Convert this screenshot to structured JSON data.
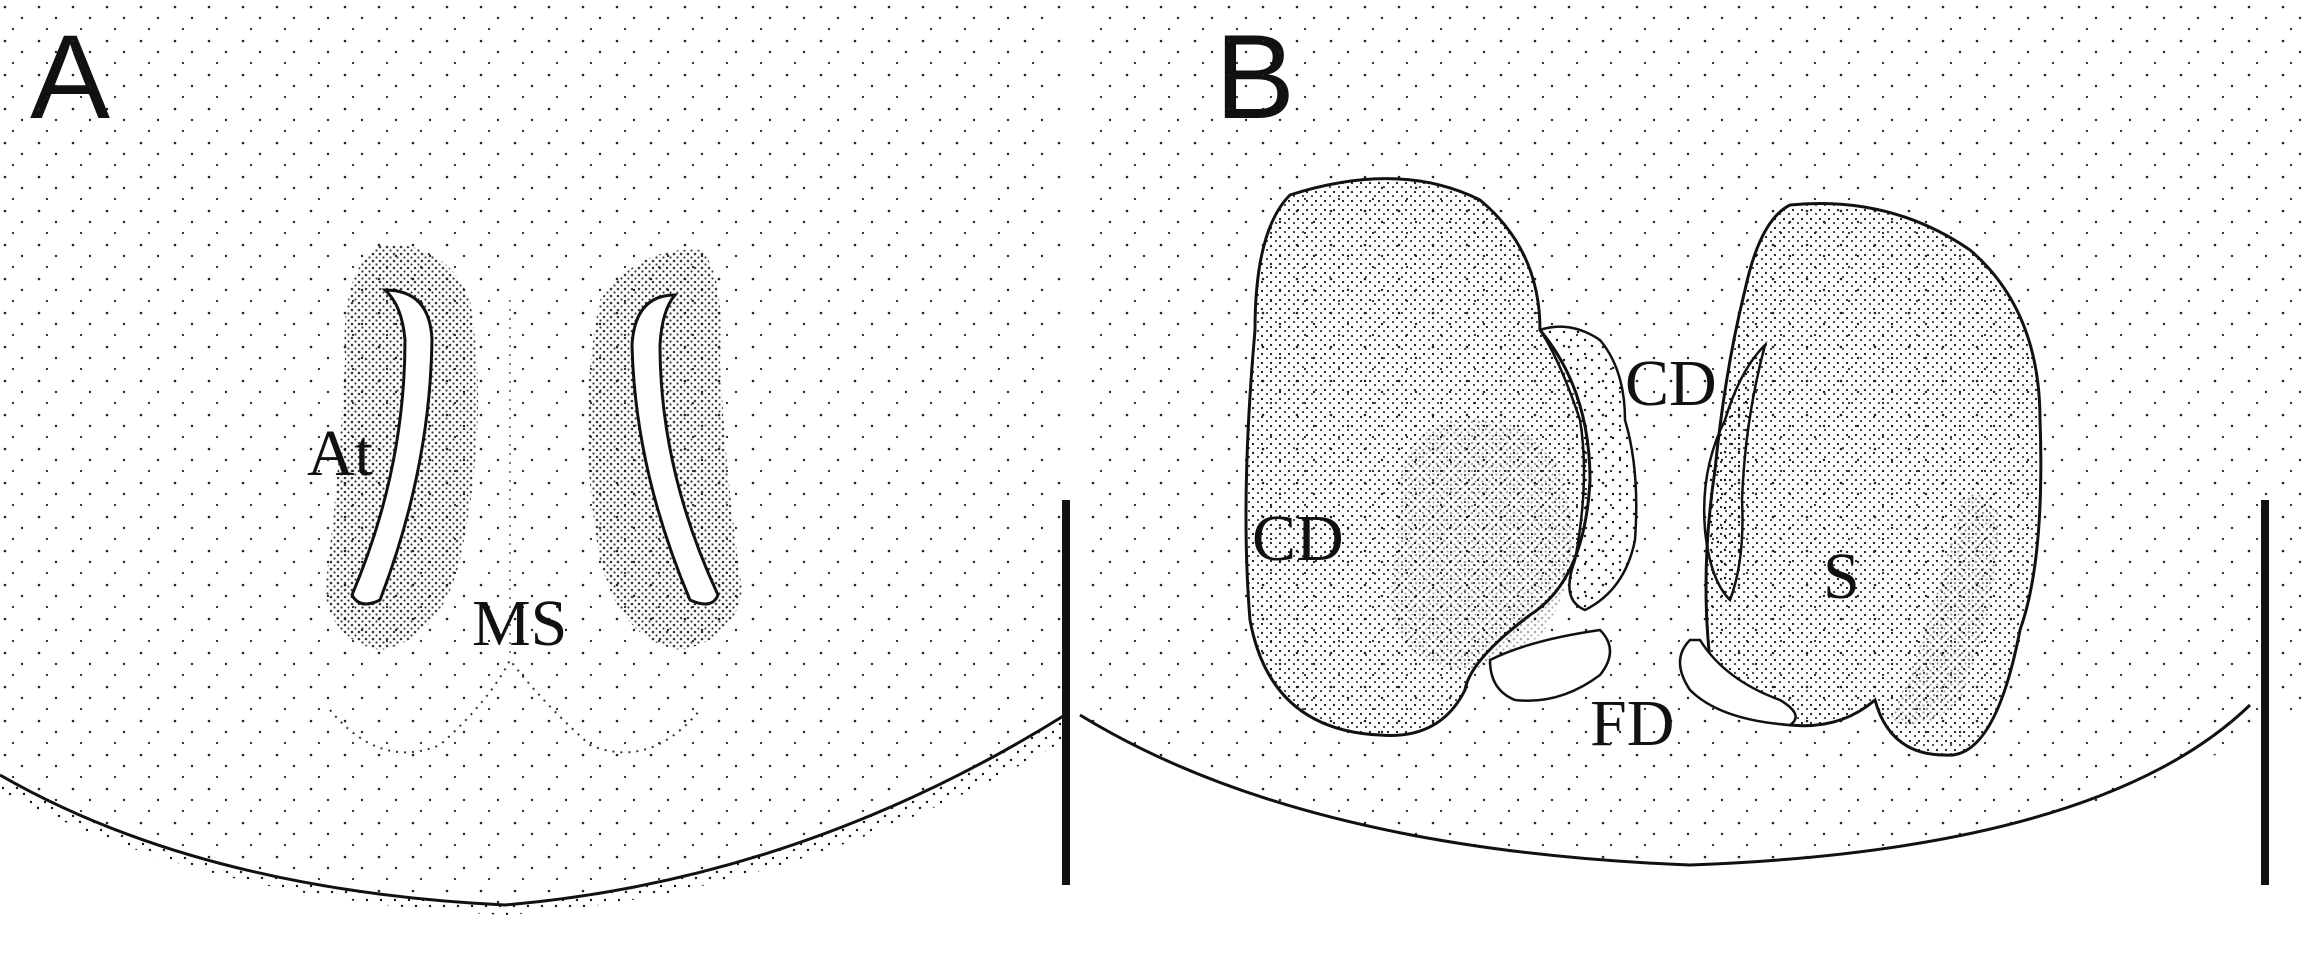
{
  "panels": [
    {
      "letter": "A",
      "labels": {
        "atrium": "At",
        "median_septum": "MS"
      }
    },
    {
      "letter": "B",
      "labels": {
        "copulatory_duct_upper": "CD",
        "copulatory_duct_left": "CD",
        "spermatheca": "S",
        "fertilization_duct": "FD"
      }
    }
  ]
}
